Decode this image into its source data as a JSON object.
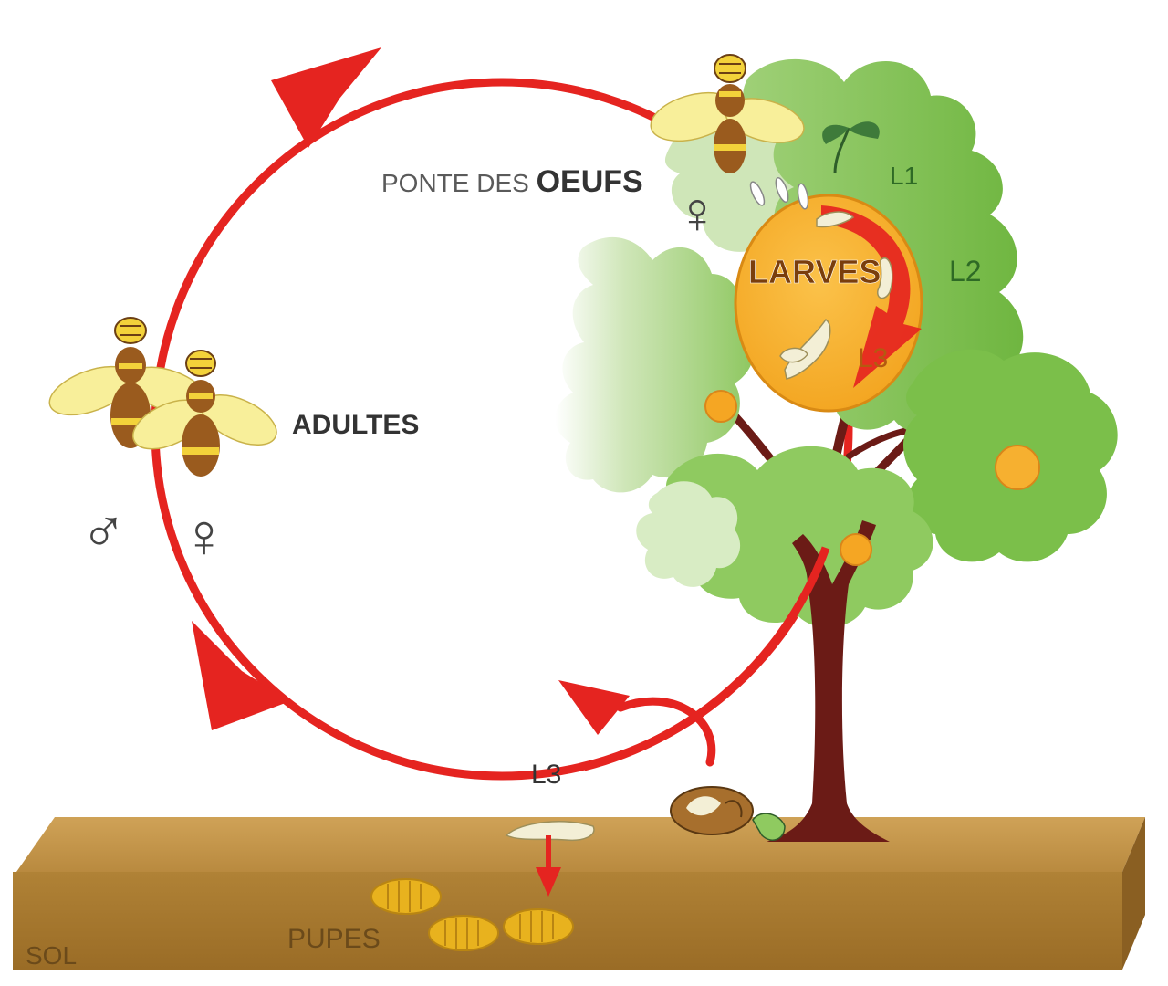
{
  "labels": {
    "ponte_prefix": "PONTE DES ",
    "ponte_emph": "OEUFS",
    "larves": "LARVES",
    "stage_l1": "L1",
    "stage_l2": "L2",
    "stage_l3_fruit": "L3",
    "stage_l3_ground": "L3",
    "adultes": "ADULTES",
    "male_symbol": "♂",
    "female_symbol_adult": "♀",
    "female_symbol_tree": "♀",
    "pupes": "PUPES",
    "sol": "SOL"
  },
  "colors": {
    "cycle_arrow": "#e52420",
    "soil_top": "#c99a4d",
    "soil_front": "#a7772e",
    "soil_side": "#8a5f22",
    "foliage_light": "#bfe0a4",
    "foliage": "#7bbf4a",
    "foliage_dark": "#5fa33a",
    "trunk": "#6b1b16",
    "fruit_orange": "#f5a623",
    "fruit_large": "#f6b030",
    "insect_body": "#9a5b1e",
    "insect_band": "#f3d23a",
    "wing": "#f8ef9a",
    "larva": "#f3efd6",
    "pupa": "#e8b21e",
    "text_dark": "#333333",
    "text_grey": "#5a5a5a"
  }
}
